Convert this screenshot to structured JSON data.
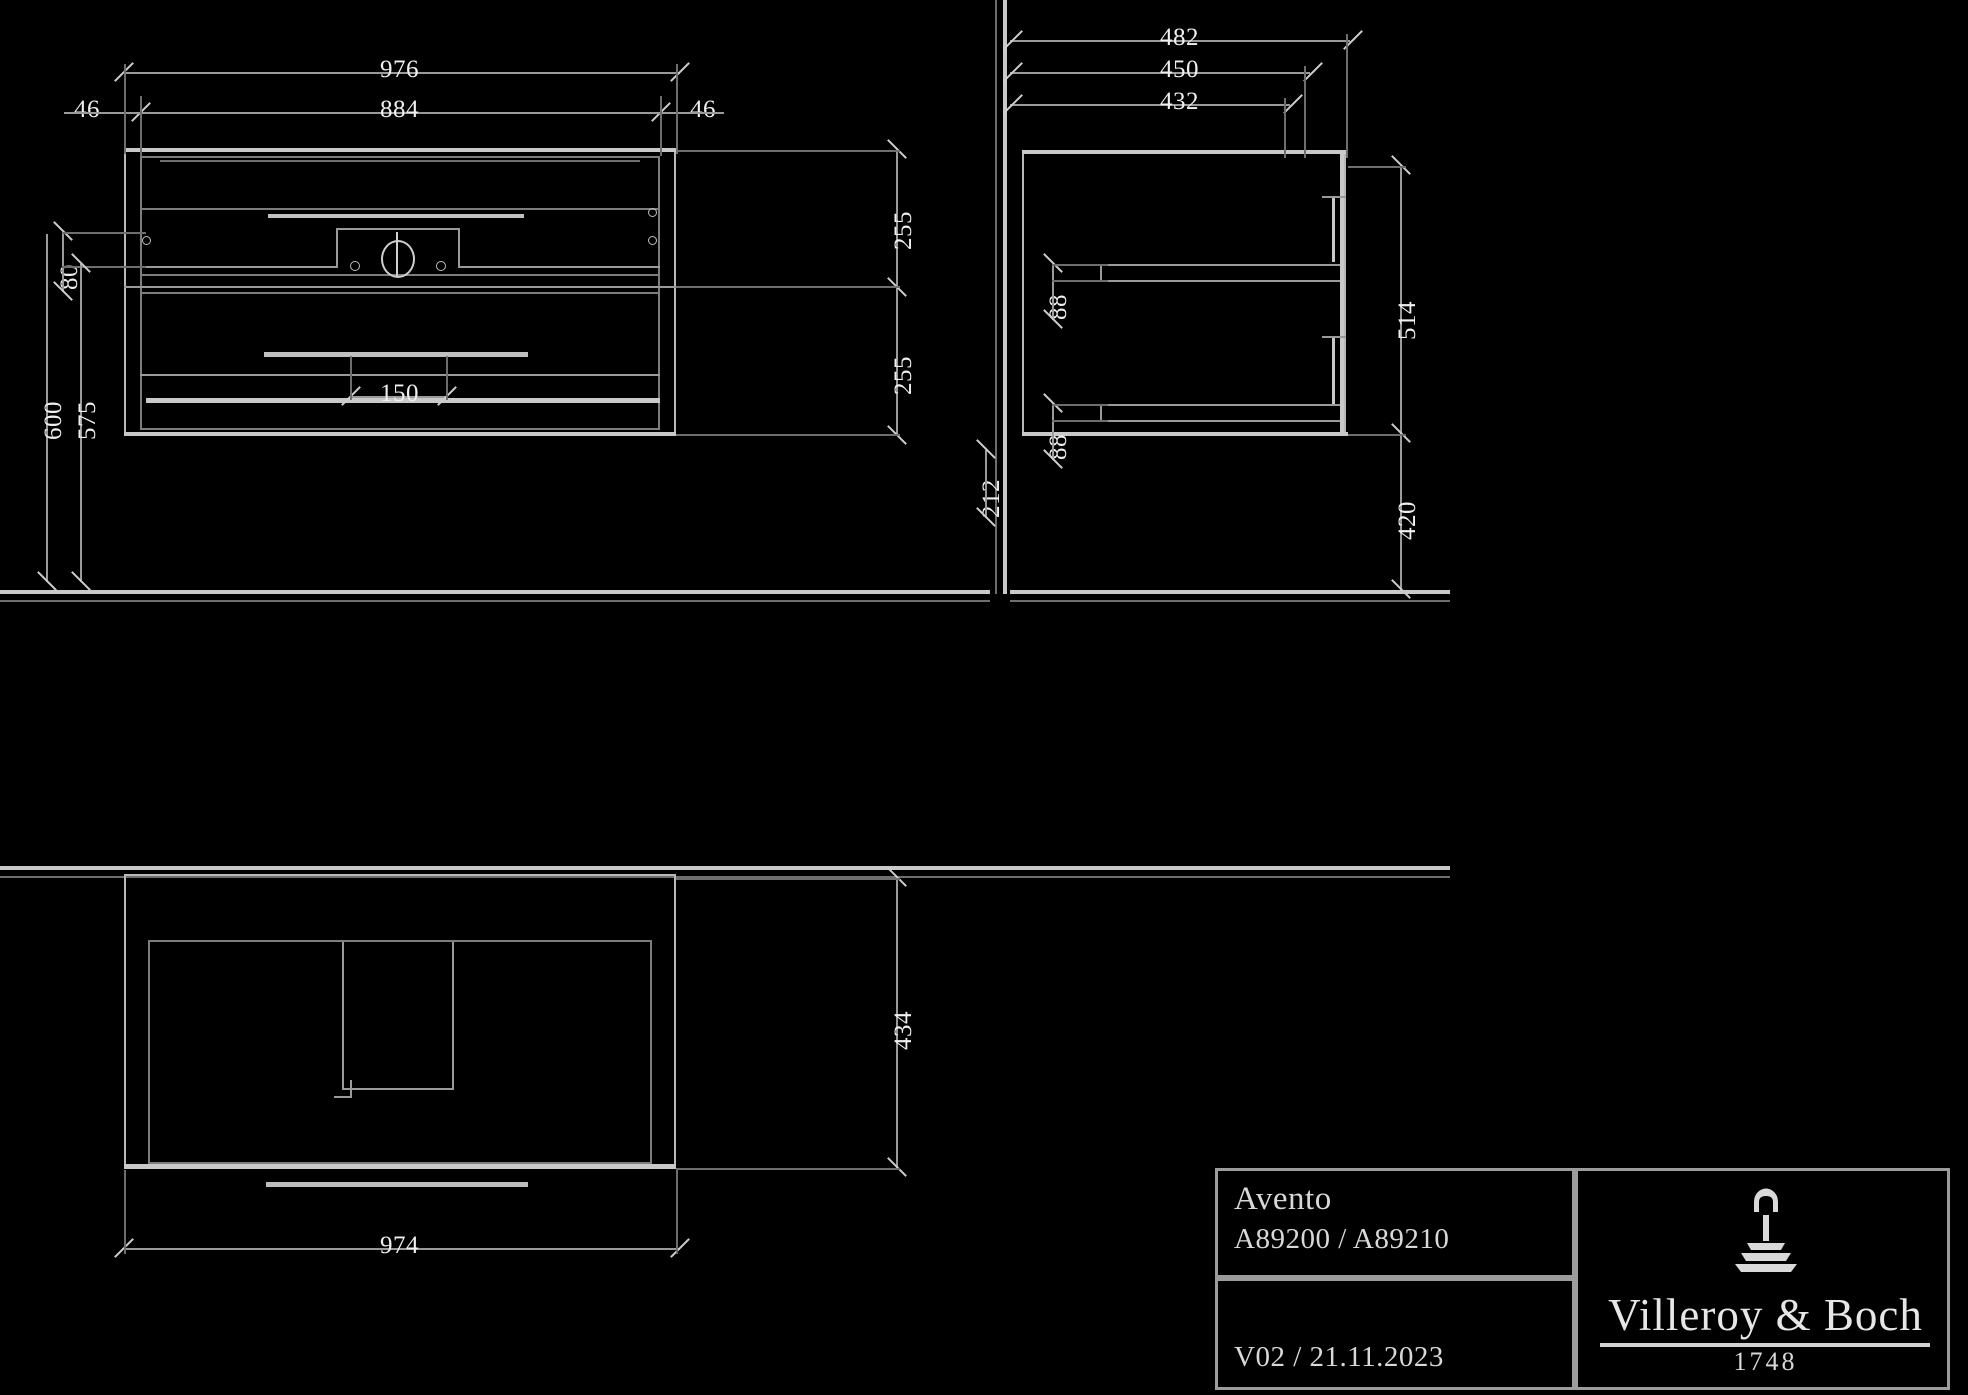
{
  "document": {
    "type": "technical-drawing",
    "subject": "Avento vanity unit",
    "views": [
      "front-elevation",
      "side-elevation",
      "plan-view"
    ]
  },
  "front_view": {
    "dim_overall_width": "976",
    "dim_body_width": "884",
    "dim_left_offset": "46",
    "dim_right_offset": "46",
    "dim_drawer_top_height": "255",
    "dim_drawer_bottom_height": "255",
    "dim_waste_width": "150",
    "dim_plinth_left": "80",
    "dim_height_total": "600",
    "dim_height_body": "575"
  },
  "side_view": {
    "dim_depth_outer": "482",
    "dim_depth_mid": "450",
    "dim_depth_inner": "432",
    "dim_top_rail": "88",
    "dim_bottom_rail": "88",
    "dim_left_offset": "212",
    "dim_height_body": "514",
    "dim_height_floor": "420"
  },
  "plan_view": {
    "dim_width": "974",
    "dim_depth": "434"
  },
  "title_block": {
    "model_name": "Avento",
    "article_numbers": "A89200 / A89210",
    "revision_date": "V02 / 21.11.2023",
    "brand": "Villeroy & Boch",
    "brand_year": "1748",
    "brand_mark": "mercury-fountain-logo"
  },
  "colors": {
    "background": "#000000",
    "line": "#9a9a9a",
    "line_bold": "#c9c9c9",
    "text": "#efefef"
  }
}
